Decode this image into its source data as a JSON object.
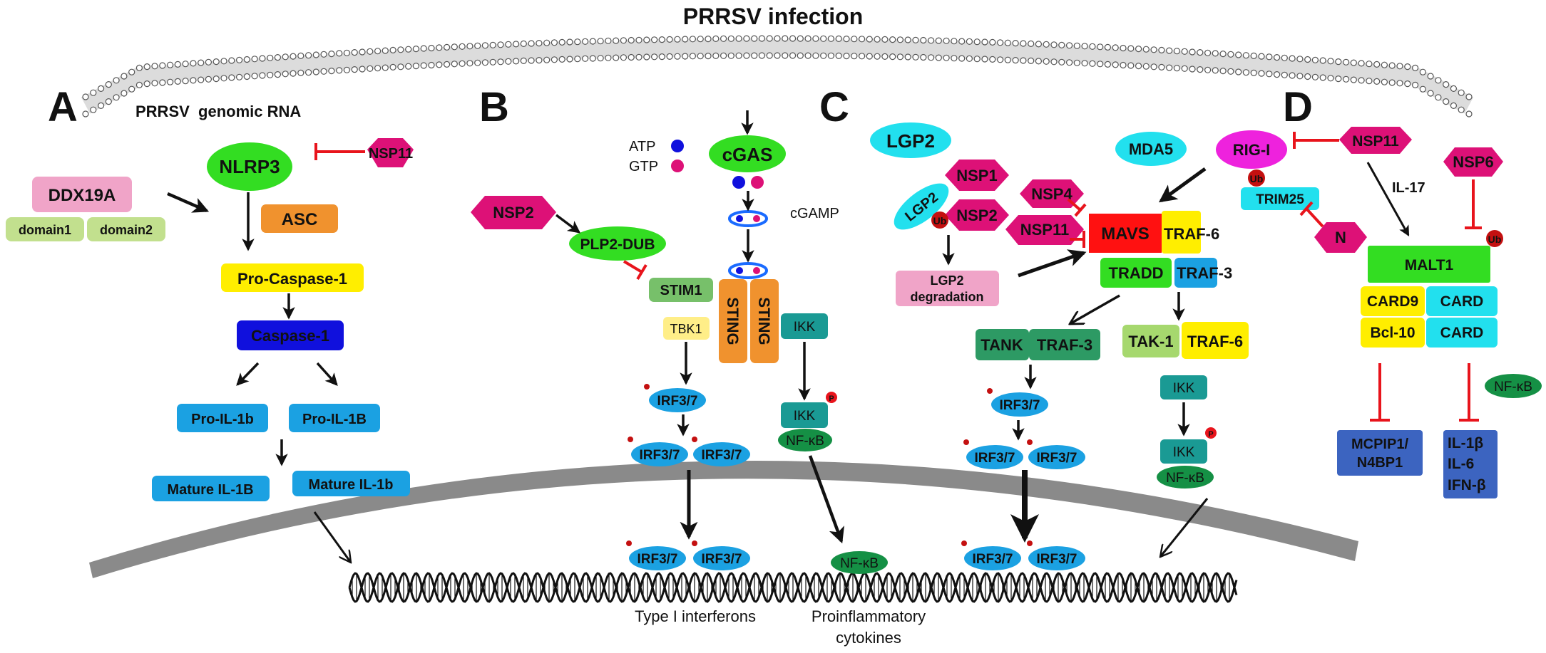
{
  "title": "PRRSV infection",
  "panels": {
    "A": "A",
    "B": "B",
    "C": "C",
    "D": "D"
  },
  "colors": {
    "green": "#33dd22",
    "magenta": "#dd1177",
    "cyan": "#22e0ee",
    "blue": "#1ba1e2",
    "dark_blue": "#1010dd",
    "yellow": "#ffee00",
    "orange": "#f0922e",
    "red": "#ff1111",
    "teal": "#1a9a94",
    "dark_green": "#159045",
    "slate": "#3c64c0",
    "pink": "#f0a4c8",
    "light_green": "#a6d86e",
    "inhibit_red": "#e8141c",
    "membrane": "#9b9b9b",
    "nucleus": "#8a8a8a"
  },
  "panel_a": {
    "genomic_rna": "PRRSV  genomic RNA",
    "nlrp3": "NLRP3",
    "nsp11": "NSP11",
    "ddx19a": "DDX19A",
    "domain1": "domain1",
    "domain2": "domain2",
    "asc": "ASC",
    "pro_casp": "Pro-Caspase-1",
    "casp": "Caspase-1",
    "pro_il1b_lower": "Pro-IL-1b",
    "pro_il1b_upper": "Pro-IL-1B",
    "mature_upper": "Mature IL-1B",
    "mature_lower": "Mature IL-1b"
  },
  "panel_b": {
    "atp": "ATP",
    "gtp": "GTP",
    "cgas": "cGAS",
    "cgamp": "cGAMP",
    "nsp2": "NSP2",
    "plp2": "PLP2-DUB",
    "stim1": "STIM1",
    "sting": "STING",
    "tbk1": "TBK1",
    "ikk": "IKK",
    "p": "P",
    "nfkb": "NF-κB",
    "irf": "IRF3/7"
  },
  "panel_c": {
    "lgp2": "LGP2",
    "nsp1": "NSP1",
    "nsp2": "NSP2",
    "nsp4": "NSP4",
    "nsp11": "NSP11",
    "ub": "Ub",
    "lgp2_deg_1": "LGP2",
    "lgp2_deg_2": "degradation",
    "mda5": "MDA5",
    "mavs": "MAVS",
    "traf6": "TRAF-6",
    "tradd": "TRADD",
    "traf3": "TRAF-3",
    "tank": "TANK",
    "tak1": "TAK-1",
    "ikk": "IKK",
    "p": "P",
    "nfkb": "NF-κB",
    "irf": "IRF3/7"
  },
  "panel_d": {
    "rigi": "RIG-I",
    "nsp11": "NSP11",
    "ub": "Ub",
    "trim25": "TRIM25",
    "n": "N",
    "il17": "IL-17",
    "nsp6": "NSP6",
    "malt1": "MALT1",
    "card9": "CARD9",
    "card": "CARD",
    "bcl10": "Bcl-10",
    "nfkb": "NF-κB",
    "mcpip1": "MCPIP1/",
    "n4bp1": "N4BP1",
    "il1b": "IL-1β",
    "il6": "IL-6",
    "ifnb": "IFN-β"
  },
  "nucleus": {
    "type1": "Type I interferons",
    "proinf_1": "Proinflammatory",
    "proinf_2": "cytokines"
  }
}
